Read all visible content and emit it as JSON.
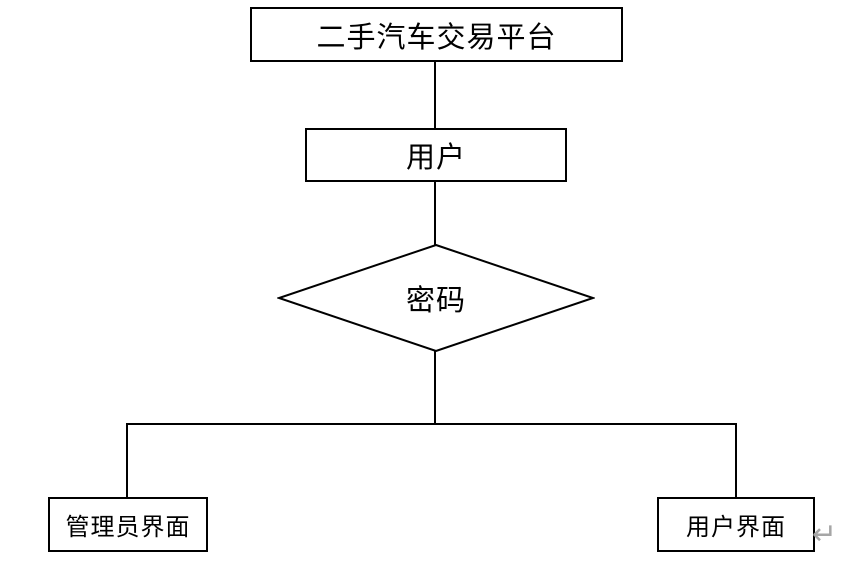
{
  "diagram": {
    "type": "flowchart",
    "nodes": {
      "platform": {
        "label": "二手汽车交易平台",
        "shape": "rectangle"
      },
      "user": {
        "label": "用户",
        "shape": "rectangle"
      },
      "password": {
        "label": "密码",
        "shape": "diamond"
      },
      "admin_ui": {
        "label": "管理员界面",
        "shape": "rectangle"
      },
      "user_ui": {
        "label": "用户界面",
        "shape": "rectangle"
      }
    },
    "edges": [
      {
        "from": "platform",
        "to": "user"
      },
      {
        "from": "user",
        "to": "password"
      },
      {
        "from": "password",
        "to": "admin_ui"
      },
      {
        "from": "password",
        "to": "user_ui"
      }
    ]
  },
  "marks": {
    "line_break": "↵"
  },
  "colors": {
    "background": "#ffffff",
    "shape_border": "#000000",
    "connector": "#000000",
    "text": "#000000",
    "line_break_mark": "#a6a6a6"
  }
}
